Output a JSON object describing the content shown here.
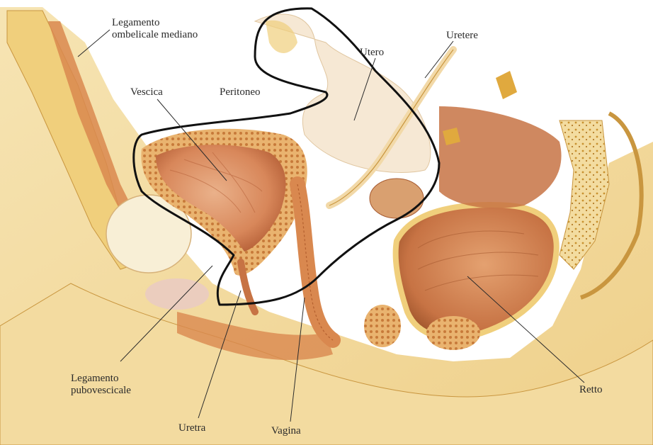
{
  "labels": {
    "legamento_ombelicale": "Legamento\nombelicale mediano",
    "legamento_ombelicale_l1": "Legamento",
    "legamento_ombelicale_l2": "ombelicale mediano",
    "vescica": "Vescica",
    "peritoneo": "Peritoneo",
    "utero": "Utero",
    "uretere": "Uretere",
    "legamento_pubovescicale_l1": "Legamento",
    "legamento_pubovescicale_l2": "pubovescicale",
    "uretra": "Uretra",
    "vagina": "Vagina",
    "retto": "Retto"
  },
  "colors": {
    "background": "#ffffff",
    "skin": "#f3dda6",
    "fat": "#f0cf7c",
    "bone_spots": "#c8912f",
    "muscle": "#d9884f",
    "muscle_dark": "#b4602f",
    "bladder_interior": "#e29a6a",
    "outline": "#111111",
    "leader": "#2b2b2b"
  }
}
